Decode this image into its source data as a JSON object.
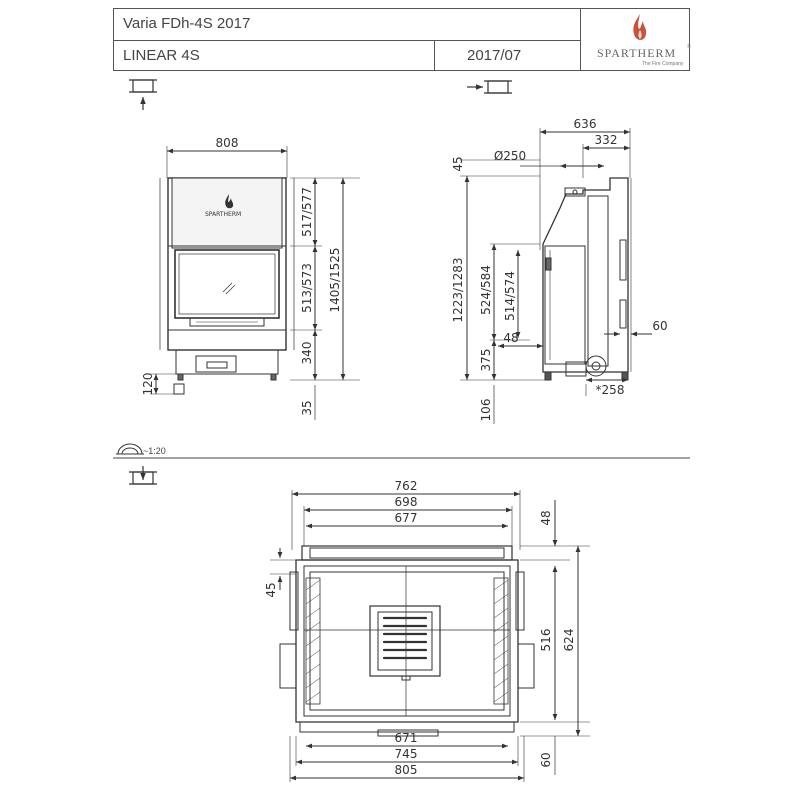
{
  "title_block": {
    "model": "Varia FDh-4S 2017",
    "variant": "LINEAR 4S",
    "date": "2017/07",
    "logo_word": "SPARTHERM",
    "logo_sub": "The Fire Company",
    "logo_mark": "®",
    "flame_color": "#c8523c"
  },
  "front_view": {
    "stove_logo_word": "SPARTHERM",
    "dims": {
      "width": "808",
      "upper_door": "517/577",
      "glass_height": "513/573",
      "total_height": "1405/1525",
      "base": "340",
      "feet": "120",
      "foot_depth": "35"
    }
  },
  "side_view": {
    "dims": {
      "depth": "636",
      "flue_offset": "332",
      "flue_diameter": "Ø250",
      "top_offset": "45",
      "height_total": "1223/1283",
      "upper": "524/584",
      "glass": "514/574",
      "side_60": "60",
      "bottom_48": "48",
      "base_375": "375",
      "bottom_258": "*258",
      "bottom_106": "106"
    }
  },
  "plan_view": {
    "scale": "~1:20",
    "dims": {
      "w762": "762",
      "w698": "698",
      "w677": "677",
      "d48": "48",
      "d45": "45",
      "d516": "516",
      "d624": "624",
      "w671": "671",
      "w745": "745",
      "w805": "805",
      "d60": "60"
    }
  }
}
